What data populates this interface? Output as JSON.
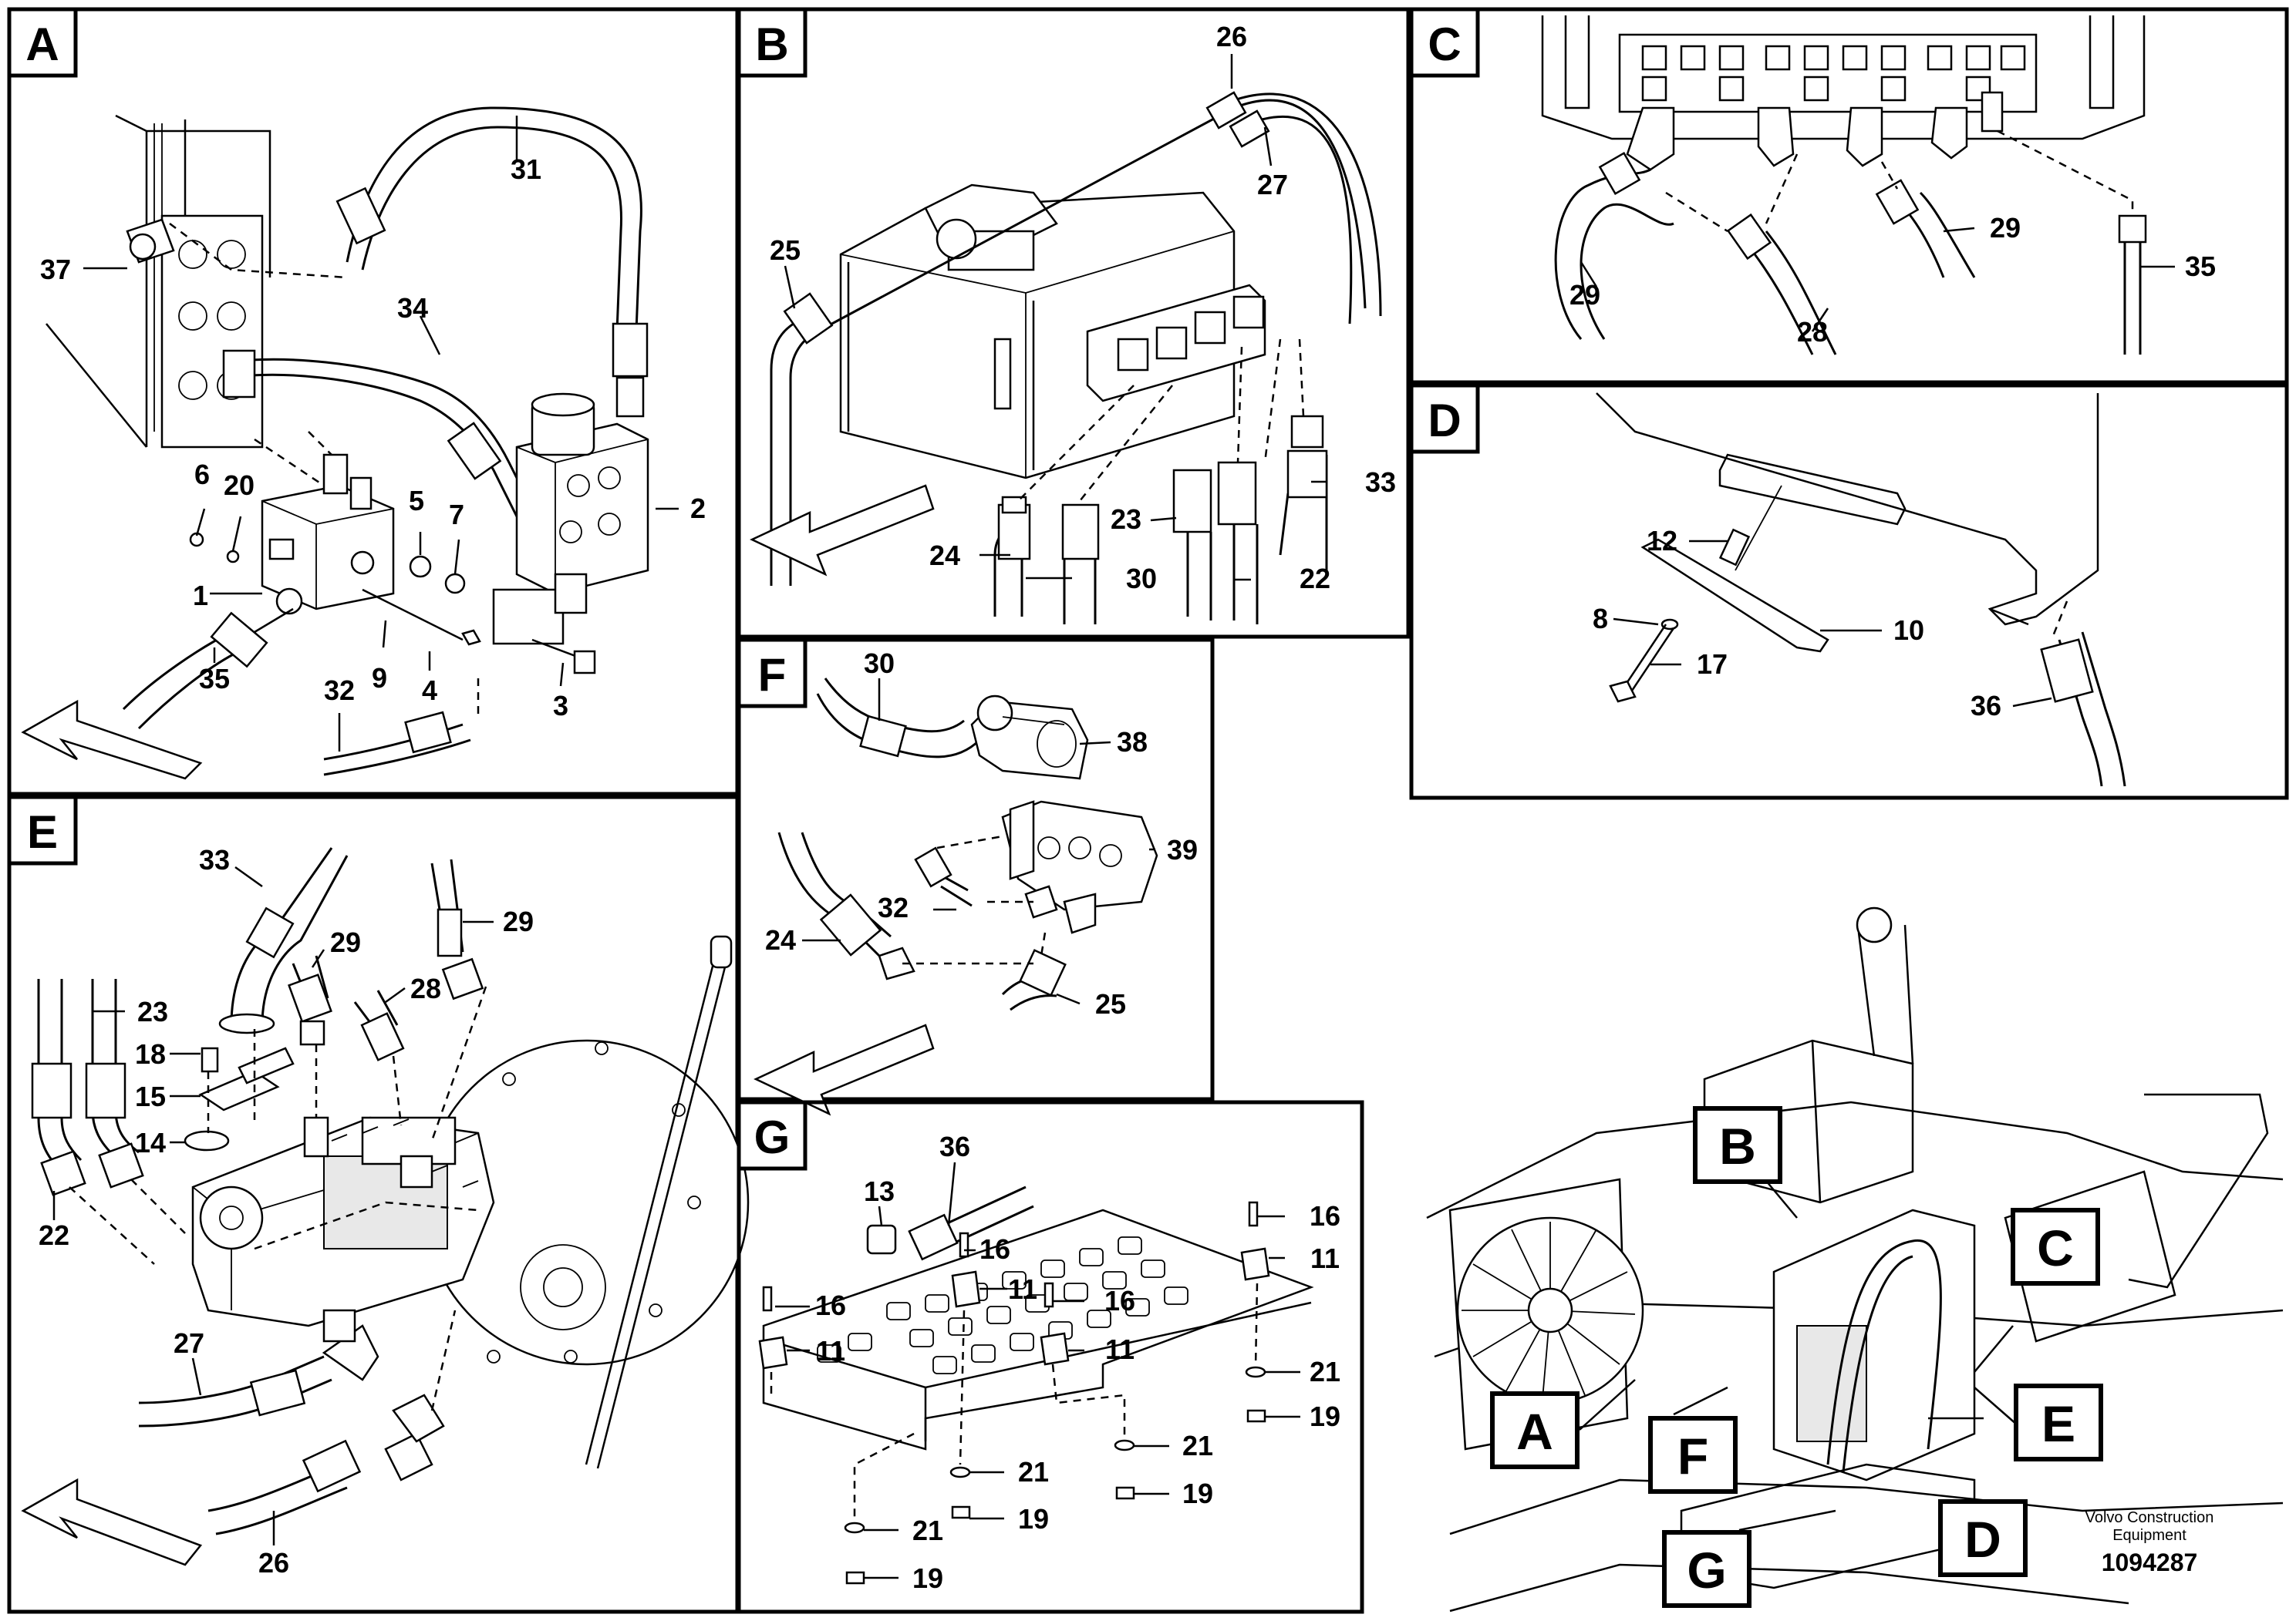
{
  "panels": {
    "A": {
      "tag": "A",
      "callouts": {
        "c1": "1",
        "c2": "2",
        "c3": "3",
        "c4": "4",
        "c5": "5",
        "c6": "6",
        "c7": "7",
        "c9": "9",
        "c20": "20",
        "c31": "31",
        "c32": "32",
        "c34": "34",
        "c35": "35",
        "c37": "37"
      }
    },
    "B": {
      "tag": "B",
      "callouts": {
        "c22": "22",
        "c23": "23",
        "c24": "24",
        "c25": "25",
        "c26": "26",
        "c27": "27",
        "c30": "30",
        "c33": "33"
      }
    },
    "C": {
      "tag": "C",
      "callouts": {
        "c28": "28",
        "c29a": "29",
        "c29b": "29",
        "c35": "35"
      }
    },
    "D": {
      "tag": "D",
      "callouts": {
        "c8": "8",
        "c10": "10",
        "c12": "12",
        "c17": "17",
        "c36": "36"
      }
    },
    "E": {
      "tag": "E",
      "callouts": {
        "c14": "14",
        "c15": "15",
        "c18": "18",
        "c22": "22",
        "c23": "23",
        "c26": "26",
        "c27": "27",
        "c28": "28",
        "c29a": "29",
        "c29b": "29",
        "c33": "33"
      }
    },
    "F": {
      "tag": "F",
      "callouts": {
        "c24": "24",
        "c25": "25",
        "c30": "30",
        "c32": "32",
        "c38": "38",
        "c39": "39"
      }
    },
    "G": {
      "tag": "G",
      "callouts": {
        "c11a": "11",
        "c11b": "11",
        "c11c": "11",
        "c11d": "11",
        "c13": "13",
        "c16a": "16",
        "c16b": "16",
        "c16c": "16",
        "c16d": "16",
        "c19a": "19",
        "c19b": "19",
        "c19c": "19",
        "c19d": "19",
        "c21a": "21",
        "c21b": "21",
        "c21c": "21",
        "c21d": "21",
        "c36": "36"
      }
    }
  },
  "overview": {
    "labels": {
      "A": "A",
      "B": "B",
      "C": "C",
      "D": "D",
      "E": "E",
      "F": "F",
      "G": "G"
    },
    "brand_line1": "Volvo Construction",
    "brand_line2": "Equipment",
    "doc_number": "1094287"
  }
}
